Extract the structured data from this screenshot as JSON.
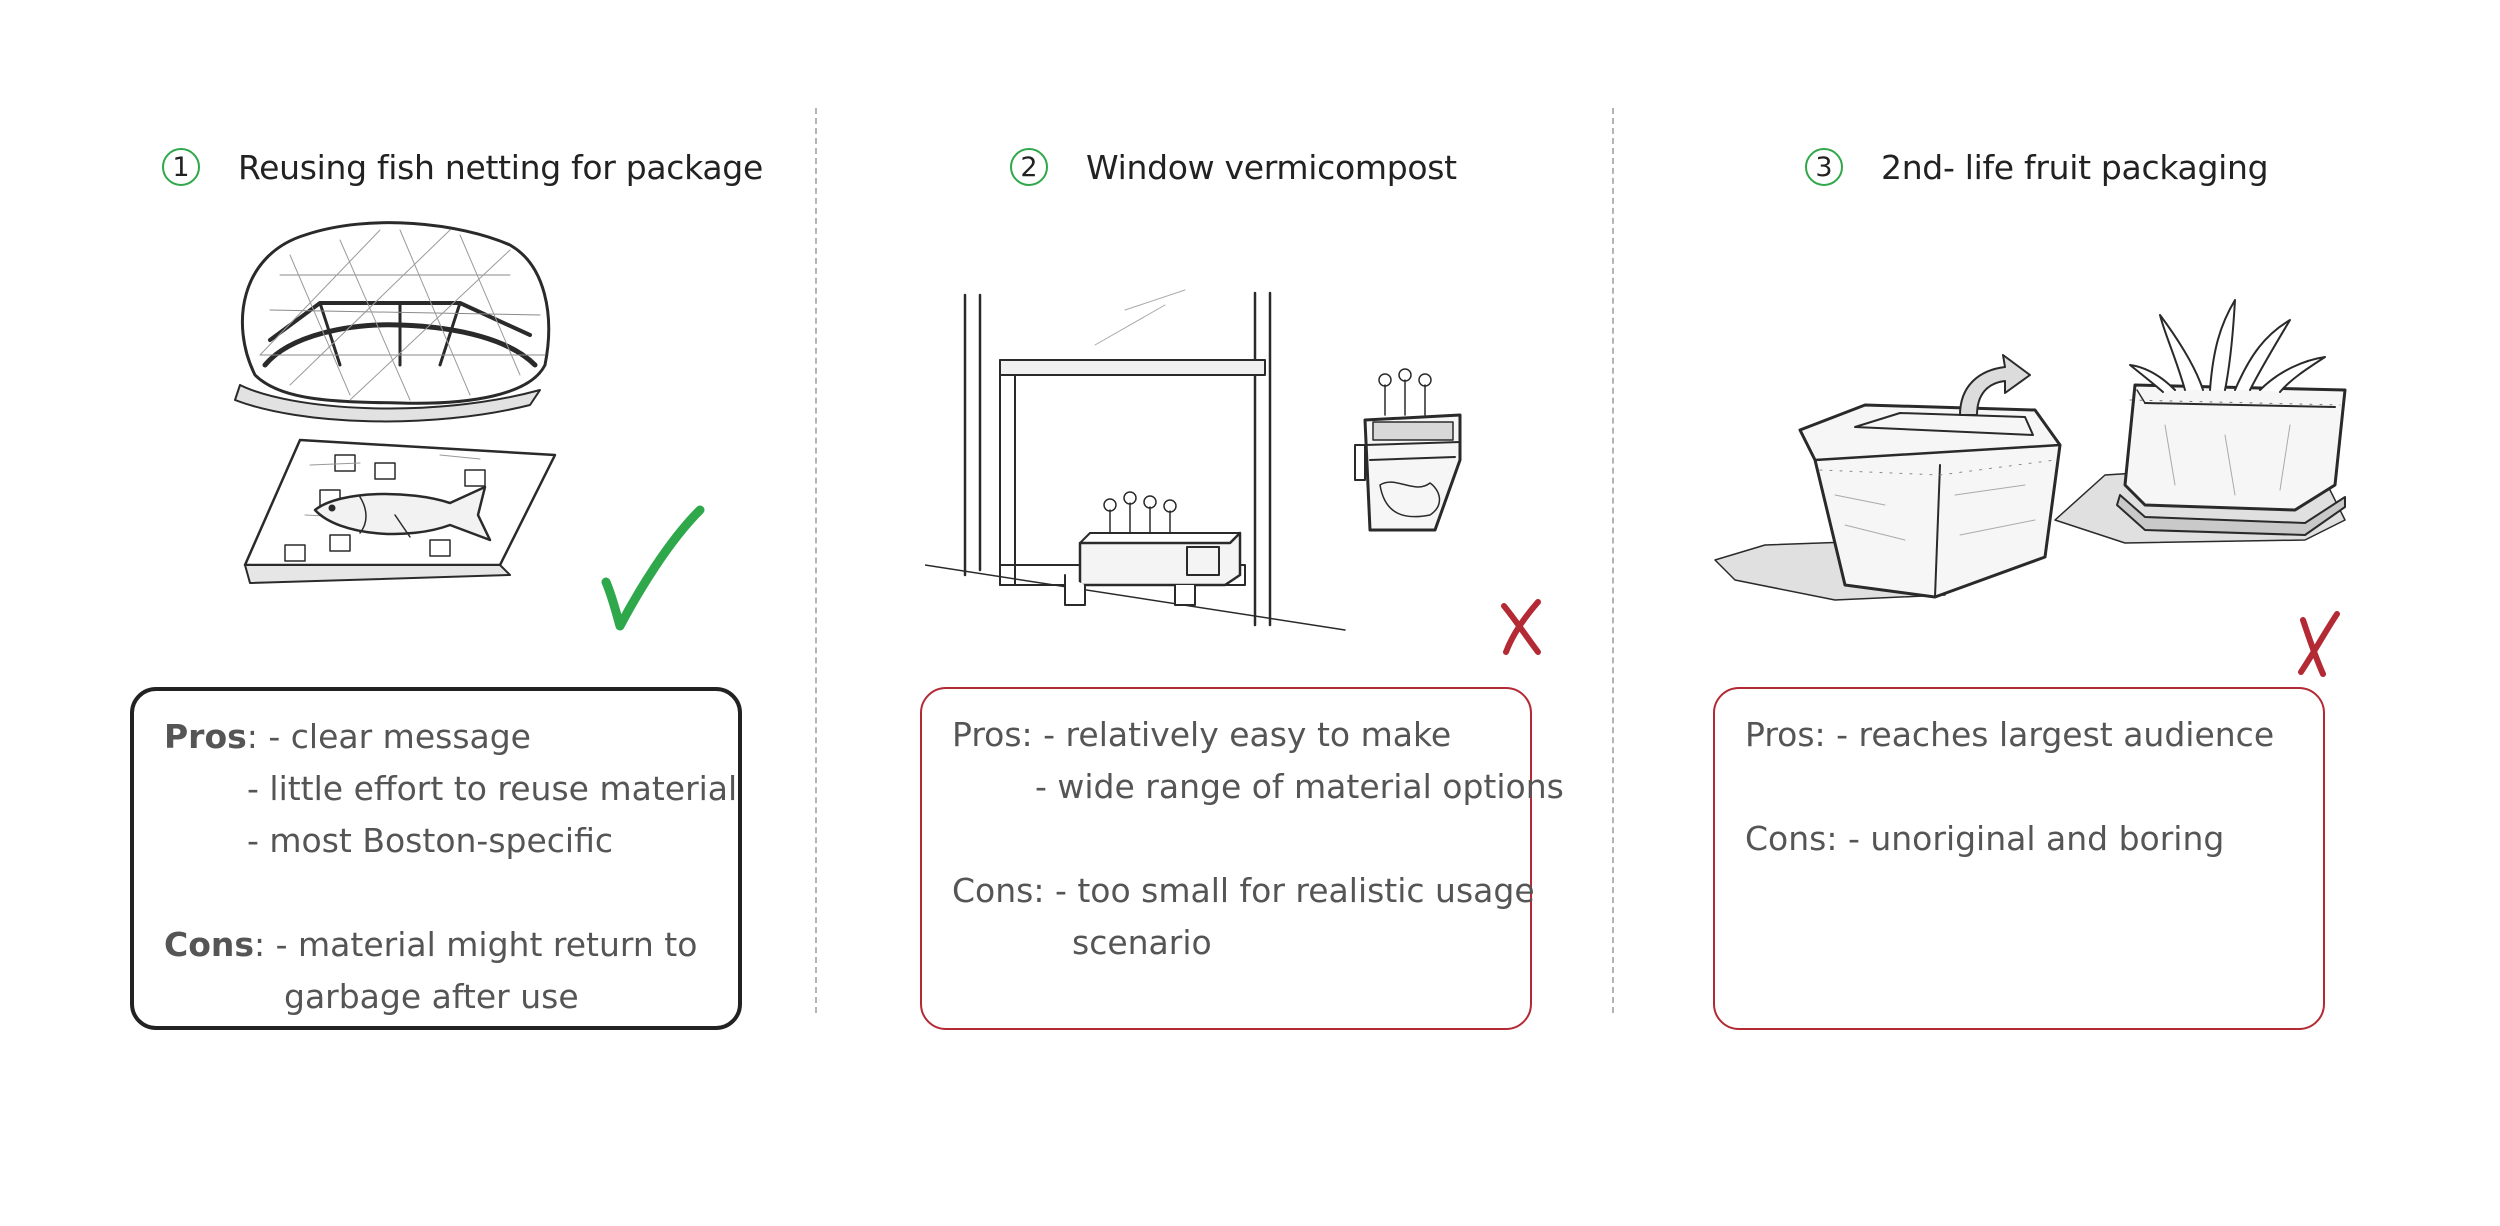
{
  "concepts": [
    {
      "number": "1",
      "title": "Reusing fish netting for package",
      "verdict": "check-icon",
      "pros_label": "Pros",
      "pros": [
        "- clear message",
        "-  little effort to reuse material",
        "-  most Boston-specific"
      ],
      "cons_label": "Cons",
      "cons": [
        "- material might return to",
        "garbage after use"
      ]
    },
    {
      "number": "2",
      "title": "Window vermicompost",
      "verdict": "cross-icon",
      "pros_label": "Pros",
      "pros": [
        "- relatively easy to make",
        "- wide range of material options"
      ],
      "cons_label": "Cons",
      "cons": [
        "- too small for realistic usage",
        "scenario"
      ]
    },
    {
      "number": "3",
      "title": "2nd- life fruit packaging",
      "verdict": "cross-icon",
      "pros_label": "Pros",
      "pros": [
        "- reaches largest audience"
      ],
      "cons_label": "Cons",
      "cons": [
        "- unoriginal and boring"
      ]
    }
  ],
  "colors": {
    "accept": "#2ea84a",
    "reject": "#b32a35",
    "text": "#555555",
    "frame": "#222222"
  }
}
